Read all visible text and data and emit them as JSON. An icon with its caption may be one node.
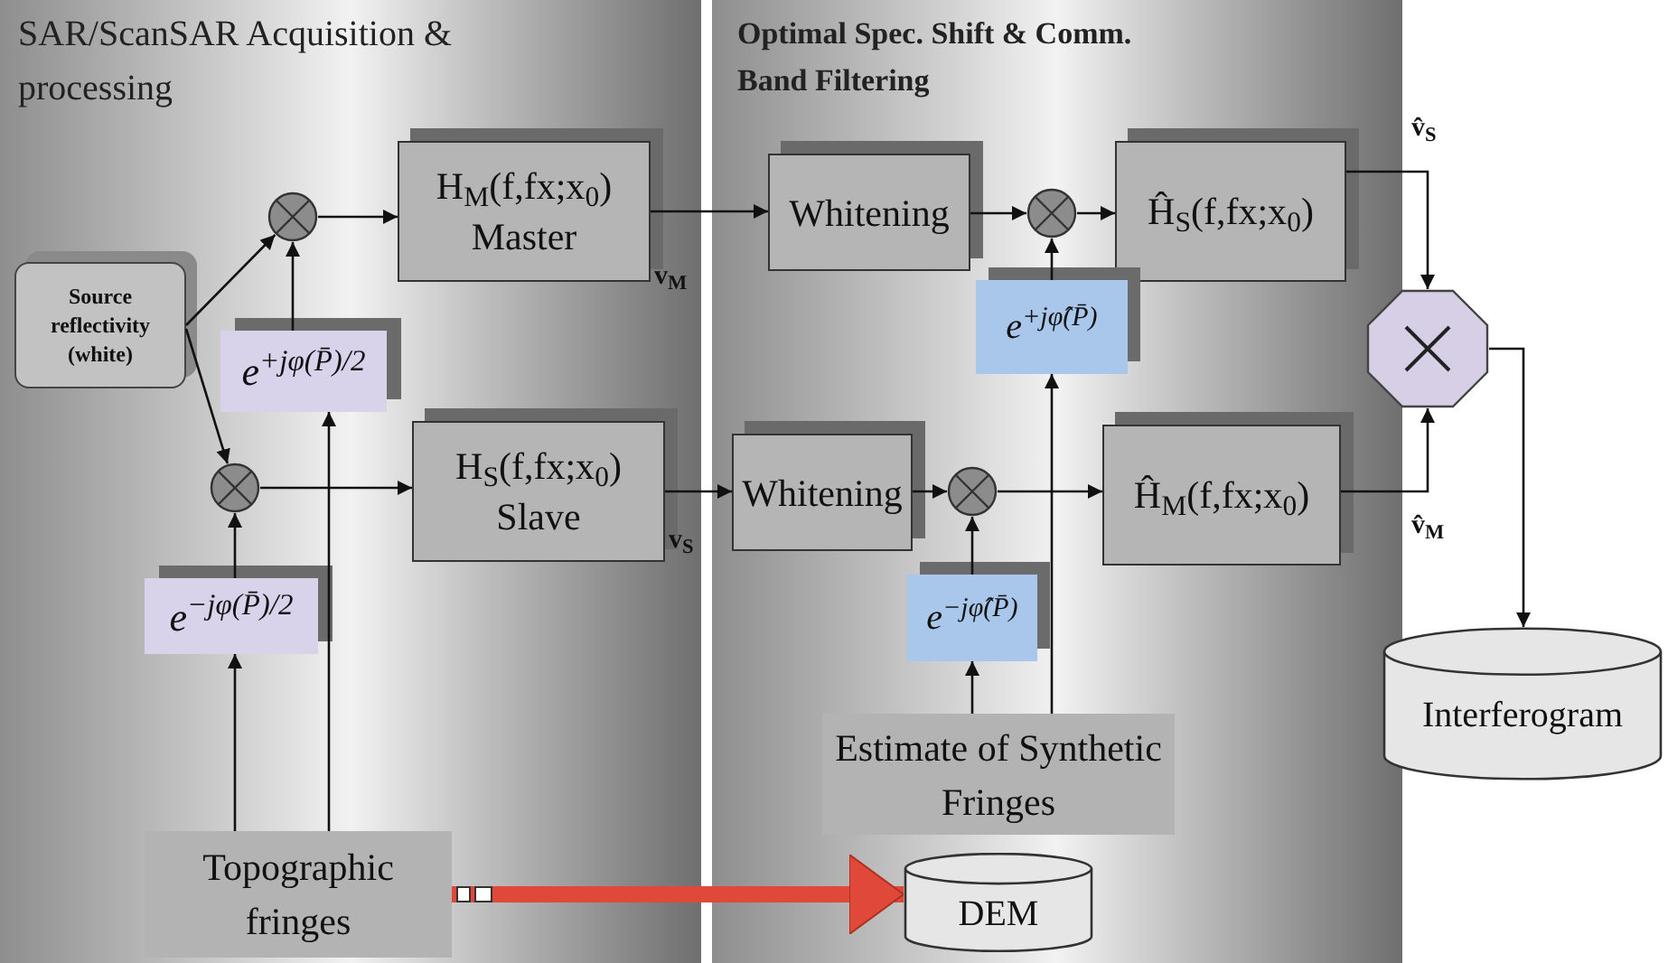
{
  "diagram": {
    "nodes": [
      {
        "text": [
          "SAR/ScanSAR Acquisition & processing"
        ]
      },
      {
        "text": [
          "Source reflectivity (white)"
        ],
        "in": 0
      },
      {
        "text": [],
        "shape": "circle",
        "in": 0
      },
      {
        "text": [
          "H$_{M}$(f,fx;x$_{0}$)",
          "Master"
        ],
        "in": 0
      },
      {
        "text": [
          "e$^{+jφ(P̄)/2}$"
        ],
        "in": 0
      },
      {
        "text": [],
        "shape": "circle",
        "in": 0
      },
      {
        "text": [
          "H$_{S}$(f,fx;x$_{0}$)",
          "Slave"
        ],
        "in": 0
      },
      {
        "text": [
          "e$^{−jφ(P̄)/2}$"
        ],
        "in": 0
      },
      {
        "text": [
          "Topographic fringes"
        ],
        "in": 0
      },
      {
        "text": [
          "Optimal Spec. Shift & Comm. Band Filtering"
        ]
      },
      {
        "text": [
          "Whitening"
        ],
        "in": 9
      },
      {
        "text": [],
        "shape": "circle",
        "in": 9
      },
      {
        "text": [
          "Ĥ$_{S}$(f,fx;x$_{0}$)"
        ],
        "in": 9
      },
      {
        "text": [
          "e$^{+jφ̂(P̄)}$"
        ],
        "in": 9
      },
      {
        "text": [
          "Whitening"
        ],
        "in": 9
      },
      {
        "text": [],
        "shape": "circle",
        "in": 9
      },
      {
        "text": [
          "Ĥ$_{M}$(f,fx;x$_{0}$)"
        ],
        "in": 9
      },
      {
        "text": [
          "e$^{−jφ̂(P̄)}$"
        ],
        "in": 9
      },
      {
        "text": [
          "Estimate of Synthetic Fringes"
        ],
        "in": 9
      },
      {
        "text": [
          "DEM"
        ],
        "in": 9
      },
      {
        "text": [],
        "shape": "octagon"
      },
      {
        "text": [
          "Interferogram"
        ]
      }
    ],
    "edges": [
      {
        "from": 1,
        "to": 2,
        "arrow": "to"
      },
      {
        "from": 1,
        "to": 5,
        "arrow": "to"
      },
      {
        "from": 2,
        "to": 3,
        "arrow": "to"
      },
      {
        "from": 4,
        "to": 2,
        "arrow": "to"
      },
      {
        "from": 8,
        "to": 7,
        "arrow": "to"
      },
      {
        "from": 8,
        "to": 4,
        "arrow": "to"
      },
      {
        "from": 7,
        "to": 5,
        "arrow": "to"
      },
      {
        "from": 5,
        "to": 6,
        "arrow": "to"
      },
      {
        "from": 3,
        "to": 10,
        "arrow": "to",
        "label": "v$_{M}$"
      },
      {
        "from": 6,
        "to": 14,
        "arrow": "to",
        "label": "v$_{S}$"
      },
      {
        "from": 10,
        "to": 11,
        "arrow": "to"
      },
      {
        "from": 11,
        "to": 12,
        "arrow": "to"
      },
      {
        "from": 13,
        "to": 11,
        "arrow": "to"
      },
      {
        "from": 14,
        "to": 15,
        "arrow": "to"
      },
      {
        "from": 15,
        "to": 16,
        "arrow": "to"
      },
      {
        "from": 17,
        "to": 15,
        "arrow": "to"
      },
      {
        "from": 18,
        "to": 17,
        "arrow": "to"
      },
      {
        "from": 18,
        "to": 13,
        "arrow": "to"
      },
      {
        "from": 12,
        "to": 20,
        "arrow": "to",
        "label": "v̂$_{S}$"
      },
      {
        "from": 16,
        "to": 20,
        "arrow": "to",
        "label": "v̂$_{M}$"
      },
      {
        "from": 20,
        "to": 21,
        "arrow": "to"
      },
      {
        "from": 8,
        "to": 19,
        "arrow": "to",
        "style": "thick",
        "color": "#e0483a"
      }
    ]
  }
}
